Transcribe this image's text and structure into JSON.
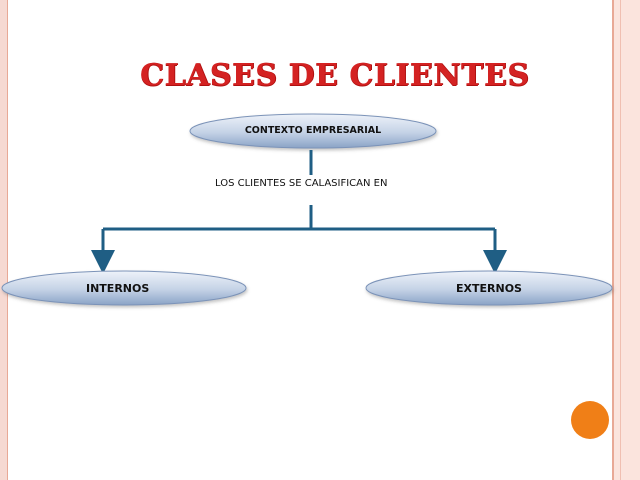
{
  "title": "CLASES DE CLIENTES",
  "diagram": {
    "root": "CONTEXTO EMPRESARIAL",
    "connector_label": "LOS CLIENTES SE CALASIFICAN EN",
    "children": [
      "INTERNOS",
      "EXTERNOS"
    ]
  },
  "colors": {
    "title": "#d42222",
    "ellipse_light": "#e9eef7",
    "ellipse_dark": "#8ea6c9",
    "connector": "#1f5e84",
    "accent_dot": "#f07f17",
    "border": "#f6d9d2"
  }
}
